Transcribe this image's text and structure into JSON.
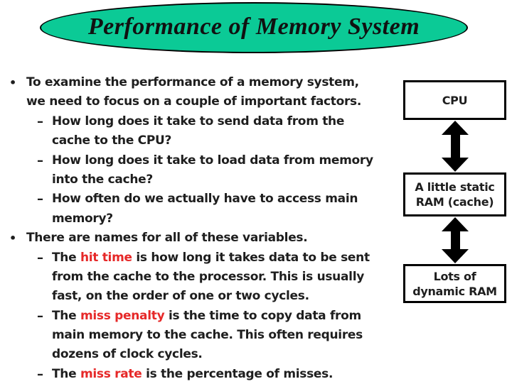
{
  "slide": {
    "title": "Performance of Memory System",
    "colors": {
      "title_ellipse_fill": "#0bca96",
      "title_text": "#111111",
      "body_text": "#1e1e1e",
      "highlight_red": "#e62828",
      "diagram_black": "#000000"
    }
  },
  "content": {
    "bullet_glyph": "•",
    "dash_glyph": "–",
    "bullets": [
      {
        "level": 1,
        "lines": [
          [
            {
              "t": "To examine the performance of a memory system,"
            }
          ],
          [
            {
              "t": "we need to focus on a couple of important factors."
            }
          ]
        ]
      },
      {
        "level": 2,
        "lines": [
          [
            {
              "t": "How long does it take to send data from the"
            }
          ],
          [
            {
              "t": "cache to the CPU?"
            }
          ]
        ]
      },
      {
        "level": 2,
        "lines": [
          [
            {
              "t": "How long does it take to load data from memory"
            }
          ],
          [
            {
              "t": "into the cache?"
            }
          ]
        ]
      },
      {
        "level": 2,
        "lines": [
          [
            {
              "t": "How often do we actually have to access main"
            }
          ],
          [
            {
              "t": "memory?"
            }
          ]
        ]
      },
      {
        "level": 1,
        "lines": [
          [
            {
              "t": "There are names for all of these variables."
            }
          ]
        ]
      },
      {
        "level": 2,
        "lines": [
          [
            {
              "t": "The "
            },
            {
              "t": "hit time",
              "hl": true
            },
            {
              "t": " is how long it takes data to be sent"
            }
          ],
          [
            {
              "t": "from the cache to the processor. This is usually"
            }
          ],
          [
            {
              "t": "fast, on the order of one or two cycles."
            }
          ]
        ]
      },
      {
        "level": 2,
        "lines": [
          [
            {
              "t": "The "
            },
            {
              "t": "miss penalty",
              "hl": true
            },
            {
              "t": " is the time to copy data from"
            }
          ],
          [
            {
              "t": "main memory to the cache. This often requires"
            }
          ],
          [
            {
              "t": "dozens of clock cycles."
            }
          ]
        ]
      },
      {
        "level": 2,
        "lines": [
          [
            {
              "t": "The "
            },
            {
              "t": "miss rate",
              "hl": true
            },
            {
              "t": " is the percentage of misses."
            }
          ]
        ]
      }
    ]
  },
  "diagram": {
    "boxes": [
      {
        "id": "box-cpu",
        "lines": [
          "CPU"
        ]
      },
      {
        "id": "box-cache",
        "lines": [
          "A little static",
          "RAM (cache)"
        ]
      },
      {
        "id": "box-ram",
        "lines": [
          "Lots of",
          "dynamic RAM"
        ]
      }
    ],
    "arrows": [
      {
        "id": "arrow-1",
        "name": "double-arrow-cpu-cache"
      },
      {
        "id": "arrow-2",
        "name": "double-arrow-cache-ram"
      }
    ]
  }
}
